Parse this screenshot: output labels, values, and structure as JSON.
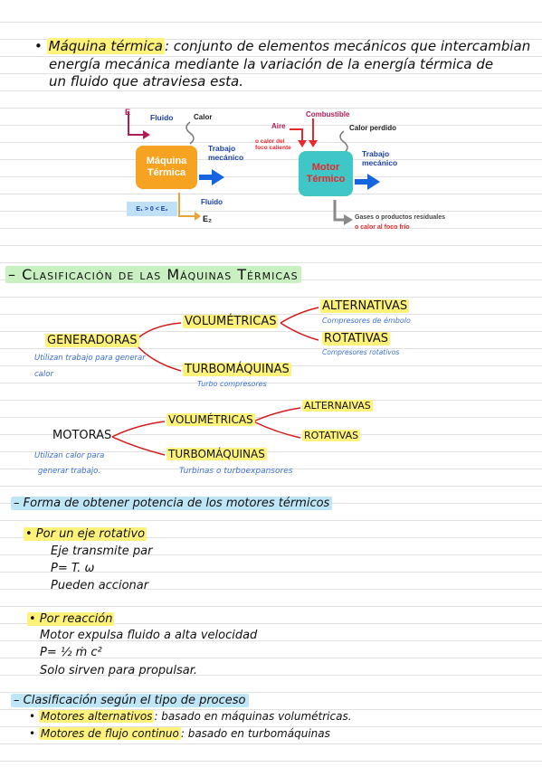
{
  "intro": {
    "bullet": "•",
    "term": "Máquina térmica",
    "line1": ": conjunto de elementos mecánicos que intercambian",
    "line2": "energía mecánica mediante la variación de la energía térmica de",
    "line3": "un fluido que atraviesa esta."
  },
  "diagram": {
    "left": {
      "e1": "E",
      "fluido_in": "Fluido",
      "calor": "Calor",
      "box": "Máquina Térmica",
      "trabajo": "Trabajo mecánico",
      "fluido_out": "Fluido",
      "e2": "E₂",
      "relation": "E₁ > 0 < E₂"
    },
    "right": {
      "combustible": "Combustible",
      "aire": "Aire",
      "calor_perdido": "Calor perdido",
      "foco_caliente": "o calor del foco caliente",
      "box": "Motor Térmico",
      "trabajo": "Trabajo mecánico",
      "gases": "Gases o productos residuales",
      "foco_frio": "o calor al foco frío"
    },
    "colors": {
      "orange": "#f5a321",
      "cyan": "#3fc6c6",
      "arrow_blue": "#1565e0",
      "red": "#e8282c",
      "magenta": "#b01c57",
      "gray": "#8a8a8a"
    }
  },
  "sections": {
    "clasificacion": "– Clasificación de las Máquinas Térmicas",
    "potencia": "– Forma de obtener potencia de los motores térmicos",
    "proceso": "– Clasificación según el tipo de proceso"
  },
  "generadoras": {
    "label": "GENERADORAS",
    "note1": "Utilizan trabajo para generar",
    "note2": "calor",
    "volumetricas": "VOLUMÉTRICAS",
    "alternativas": "ALTERNATIVAS",
    "alternativas_note": "Compresores de émbolo",
    "rotativas": "ROTATIVAS",
    "rotativas_note": "Compresores rotativos",
    "turbomaquinas": "TURBOMÁQUINAS",
    "turbomaquinas_note": "Turbo compresores"
  },
  "motoras": {
    "label": "MOTORAS",
    "note1": "Utilizan calor para",
    "note2": "generar trabajo.",
    "volumetricas": "VOLUMÉTRICAS",
    "alternativas": "ALTERNAIVAS",
    "rotativas": "ROTATIVAS",
    "turbomaquinas": "TURBOMÁQUINAS",
    "turbomaquinas_note": "Turbinas o turboexpansores"
  },
  "eje": {
    "title": "• Por un eje rotativo",
    "l1": "Eje transmite par",
    "l2": "P= T. ω",
    "l3": "Pueden accionar"
  },
  "reaccion": {
    "title": "• Por reacción",
    "l1": "Motor expulsa fluido a alta velocidad",
    "l2": "P= ½ ṁ c²",
    "l3": "Solo sirven para propulsar."
  },
  "proceso_items": {
    "i1_term": "Motores alternativos",
    "i1_rest": ": basado en máquinas volumétricas.",
    "i2_term": "Motores de flujo continuo",
    "i2_rest": ": basado en turbomáquinas"
  }
}
